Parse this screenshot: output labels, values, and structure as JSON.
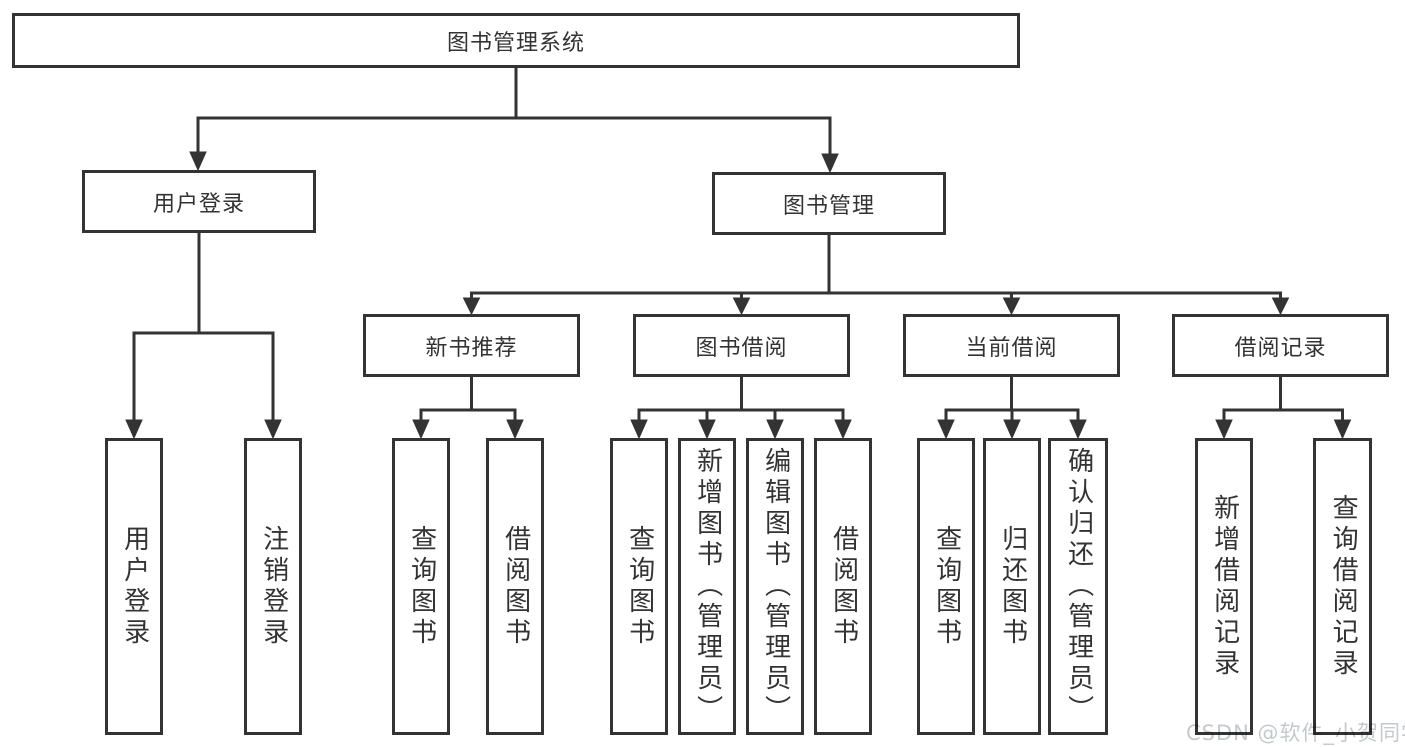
{
  "colors": {
    "line": "#333333",
    "text": "#333333",
    "watermark": "#c5c9cd",
    "background": "#ffffff"
  },
  "tree": {
    "root": {
      "label": "图书管理系统",
      "children": [
        {
          "label": "用户登录",
          "children": [
            {
              "label": "用户登录"
            },
            {
              "label": "注销登录"
            }
          ]
        },
        {
          "label": "图书管理",
          "children": [
            {
              "label": "新书推荐",
              "children": [
                {
                  "label": "查询图书"
                },
                {
                  "label": "借阅图书"
                }
              ]
            },
            {
              "label": "图书借阅",
              "children": [
                {
                  "label": "查询图书"
                },
                {
                  "label": "新增图书（管理员）"
                },
                {
                  "label": "编辑图书（管理员）"
                },
                {
                  "label": "借阅图书"
                }
              ]
            },
            {
              "label": "当前借阅",
              "children": [
                {
                  "label": "查询图书"
                },
                {
                  "label": "归还图书"
                },
                {
                  "label": "确认归还（管理员）"
                }
              ]
            },
            {
              "label": "借阅记录",
              "children": [
                {
                  "label": "新增借阅记录"
                },
                {
                  "label": "查询借阅记录"
                }
              ]
            }
          ]
        }
      ]
    }
  },
  "watermark": {
    "text": "CSDN @软件_小贺同学"
  }
}
